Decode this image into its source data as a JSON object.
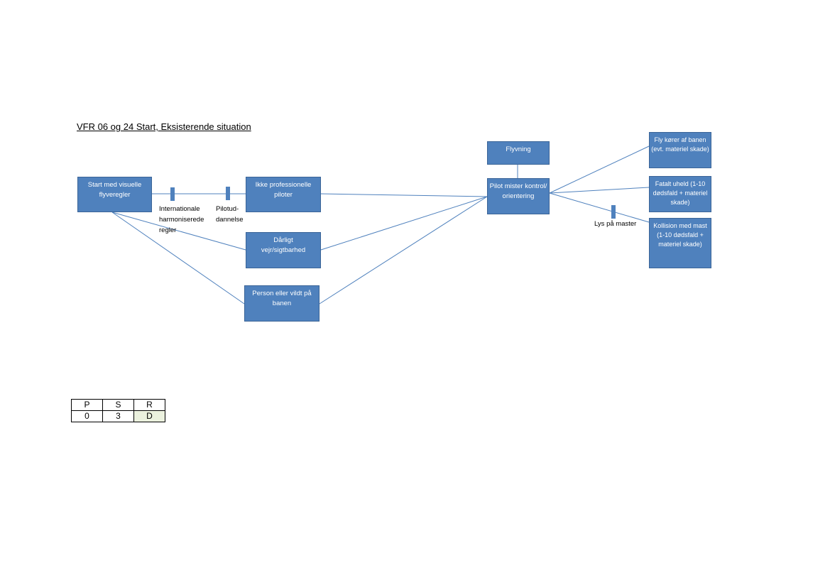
{
  "title": "VFR 06 og 24 Start, Eksisterende situation",
  "nodes": {
    "start": "Start med visuelle flyveregler",
    "ikke_prof": "Ikke professionelle piloter",
    "darligt_vejr": "Dårligt vejr/sigtbarhed",
    "person_vildt": "Person eller vildt på banen",
    "flyvning": "Flyvning",
    "pilot_mister": "Pilot mister kontrol/orientering",
    "kores_af_banen": "Fly kører af banen (evt. materiel skade)",
    "fatalt_uheld": "Fatalt uheld (1-10 dødsfald + materiel skade)",
    "kollision_mast": "Kollision med mast (1-10 dødsfald + materiel skade)"
  },
  "barriers": {
    "int_regler": "Internationale harmoniserede regler",
    "pilotud": "Pilotud-dannelse",
    "lys_master": "Lys på master"
  },
  "psr_table": {
    "headers": [
      "P",
      "S",
      "R"
    ],
    "values": [
      "0",
      "3",
      "D"
    ]
  },
  "colors": {
    "box_fill": "#4f81bd",
    "connector": "#4f81bd",
    "rating_fill": "#ebf1de"
  }
}
